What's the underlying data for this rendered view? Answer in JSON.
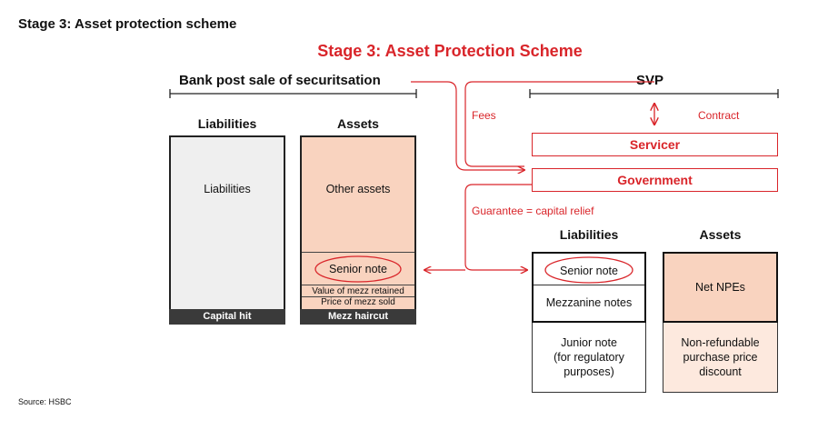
{
  "page_heading": "Stage 3: Asset protection scheme",
  "diagram_title": "Stage 3: Asset Protection Scheme",
  "bank": {
    "title": "Bank post sale of securitsation",
    "liabilities_header": "Liabilities",
    "assets_header": "Assets",
    "liabilities_box": "Liabilities",
    "capital_hit": "Capital hit",
    "other_assets": "Other assets",
    "senior_note": "Senior note",
    "mezz_retained": "Value of mezz retained",
    "mezz_sold": "Price of mezz sold",
    "mezz_haircut": "Mezz haircut"
  },
  "svp": {
    "title": "SVP",
    "fees": "Fees",
    "contract": "Contract",
    "servicer": "Servicer",
    "government": "Government",
    "guarantee": "Guarantee = capital relief",
    "liabilities_header": "Liabilities",
    "assets_header": "Assets",
    "senior_note": "Senior note",
    "mezzanine_notes": "Mezzanine notes",
    "junior_note": "Junior note\n(for regulatory\npurposes)",
    "net_npes": "Net NPEs",
    "discount": "Non-refundable\npurchase price\ndiscount"
  },
  "source": "Source: HSBC",
  "colors": {
    "accent_red": "#d9252a",
    "liabilities_fill": "#efefef",
    "assets_fill": "#f9d3bf",
    "dark_bar": "#3a3a3a"
  }
}
